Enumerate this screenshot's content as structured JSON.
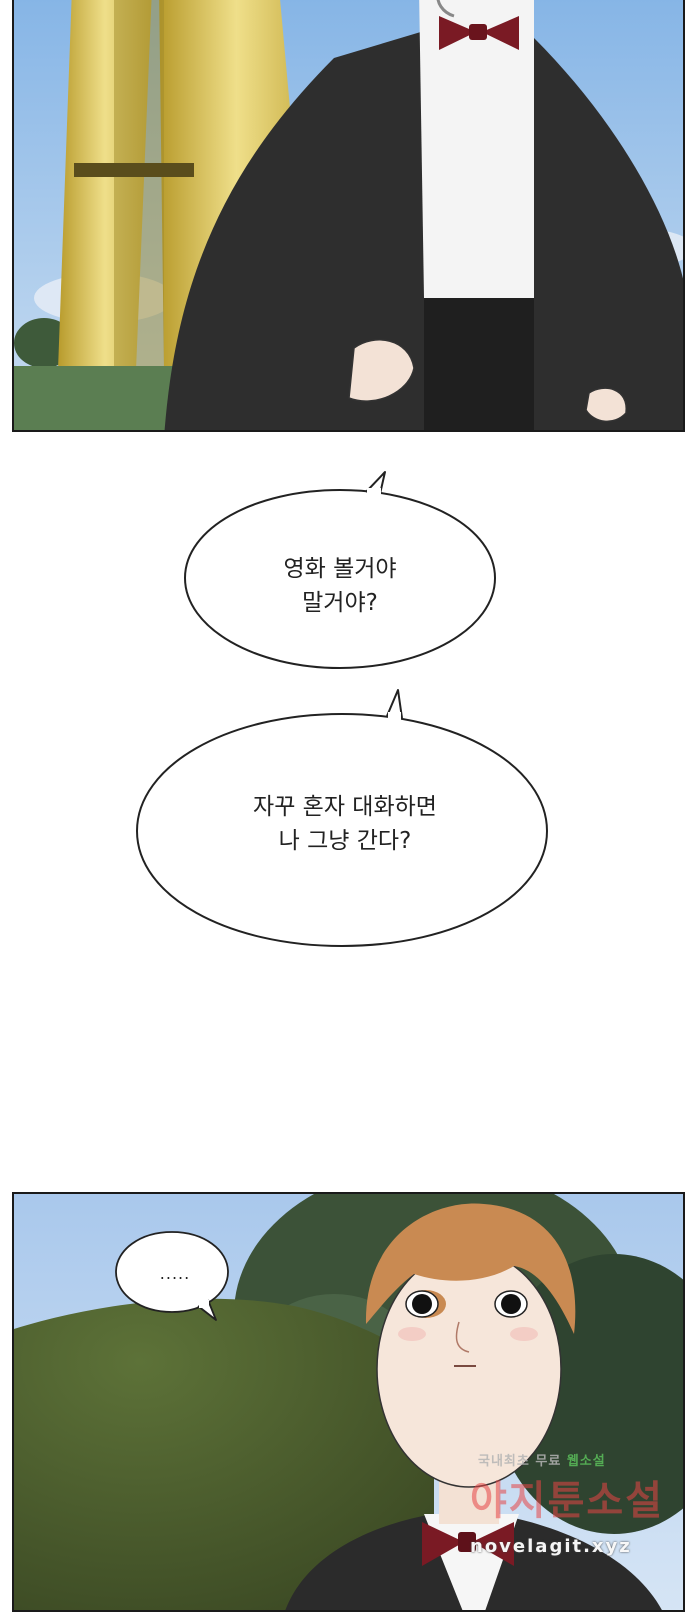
{
  "bubbles": {
    "first": {
      "line1": "영화 볼거야",
      "line2": "말거야?"
    },
    "second": {
      "line1": "자꾸 혼자 대화하면",
      "line2": "나 그냥 간다?"
    },
    "third": {
      "text": "....."
    }
  },
  "watermark": {
    "tagline_prefix": "국내최초 무료",
    "tagline_highlight": "웹소설",
    "brand": "야지툰소설",
    "url": "novelagit.xyz"
  },
  "colors": {
    "sky": "#9fc3ea",
    "tower_gold": "#d9c35a",
    "grass": "#5b7e52",
    "suit": "#2e2e2e",
    "bowtie": "#7a1a24",
    "hair": "#c98a52"
  }
}
